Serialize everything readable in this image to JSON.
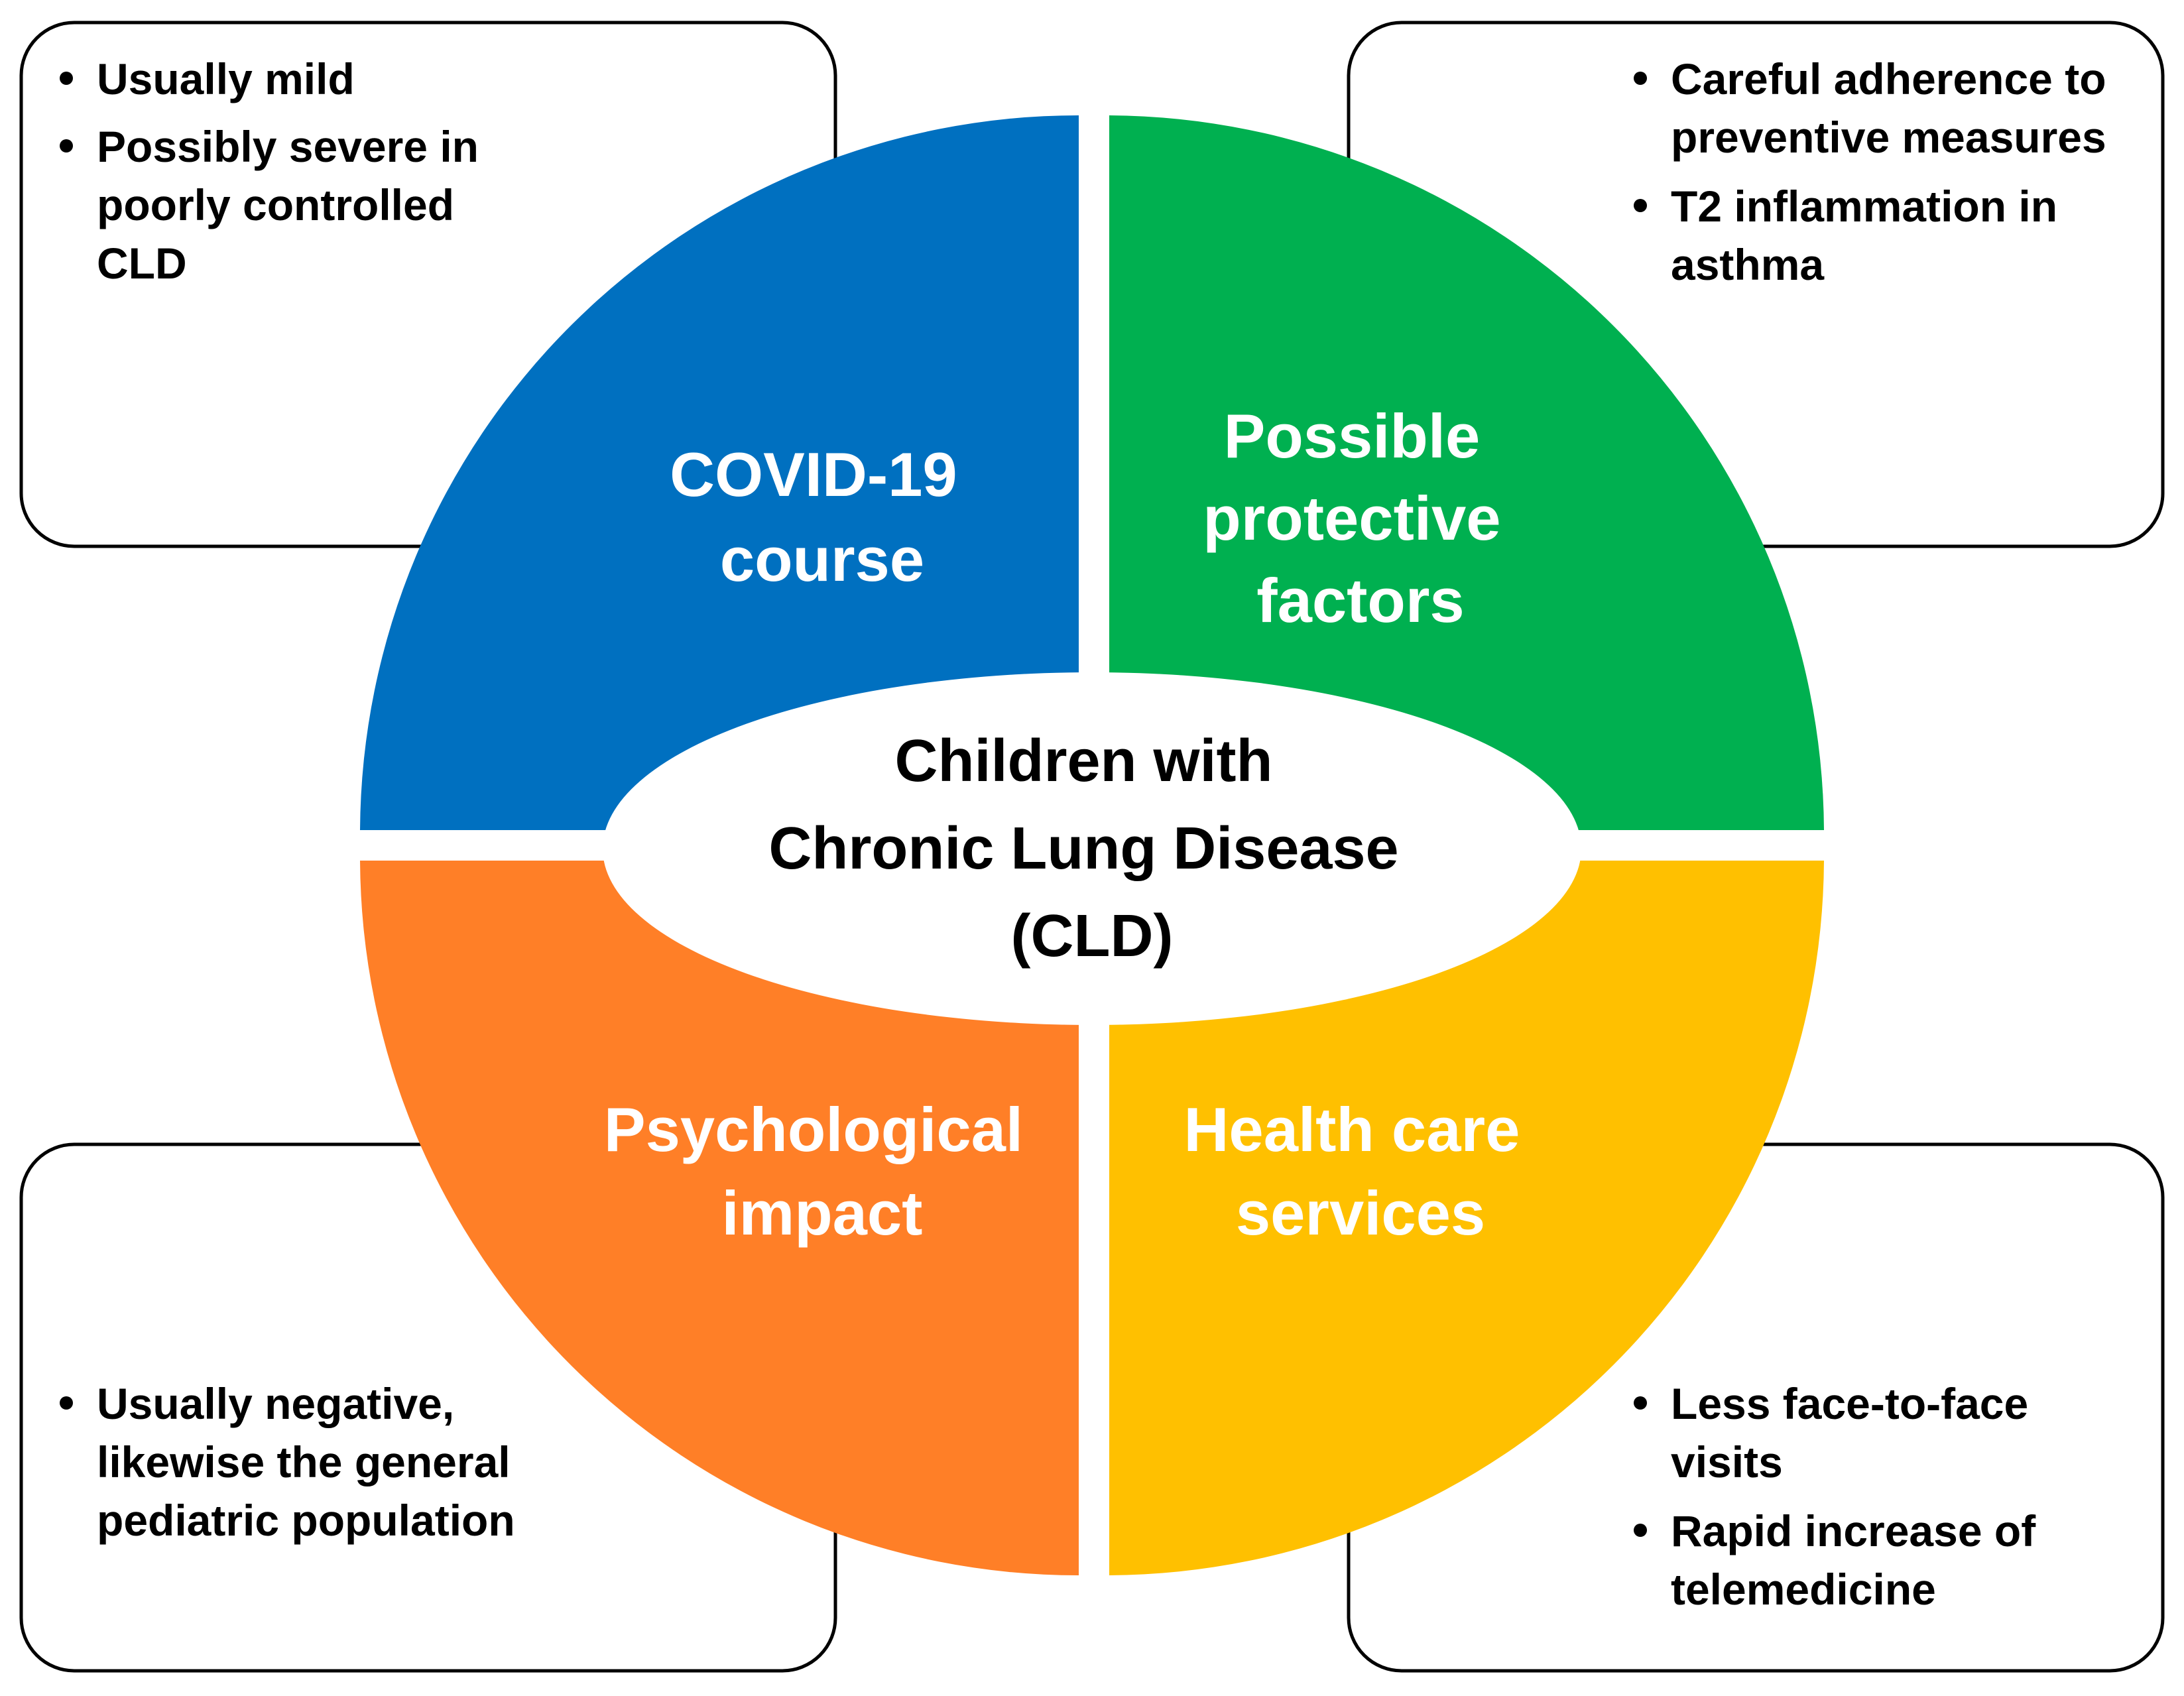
{
  "center": {
    "lines": [
      "Children with",
      "Chronic Lung Disease",
      "(CLD)"
    ]
  },
  "quadrants": {
    "top_left": {
      "color": "#0070C0",
      "lines": [
        "COVID-19",
        "course"
      ]
    },
    "top_right": {
      "color": "#00B050",
      "lines": [
        "Possible",
        "protective",
        "factors"
      ]
    },
    "bottom_left": {
      "color": "#FF7F27",
      "lines": [
        "Psychological",
        "impact"
      ]
    },
    "bottom_right": {
      "color": "#FFC000",
      "lines": [
        "Health care",
        "services"
      ]
    }
  },
  "boxes": {
    "top_left": {
      "bullets": [
        [
          "Usually mild"
        ],
        [
          "Possibly severe in",
          "poorly controlled",
          "CLD"
        ]
      ]
    },
    "top_right": {
      "bullets": [
        [
          "Careful adherence to",
          "preventive measures"
        ],
        [
          "T2 inflammation in",
          "asthma"
        ]
      ]
    },
    "bottom_left": {
      "bullets": [
        [
          "Usually negative,",
          "likewise the general",
          "pediatric population"
        ]
      ]
    },
    "bottom_right": {
      "bullets": [
        [
          "Less face-to-face",
          "visits"
        ],
        [
          "Rapid increase of",
          "telemedicine"
        ]
      ]
    }
  }
}
